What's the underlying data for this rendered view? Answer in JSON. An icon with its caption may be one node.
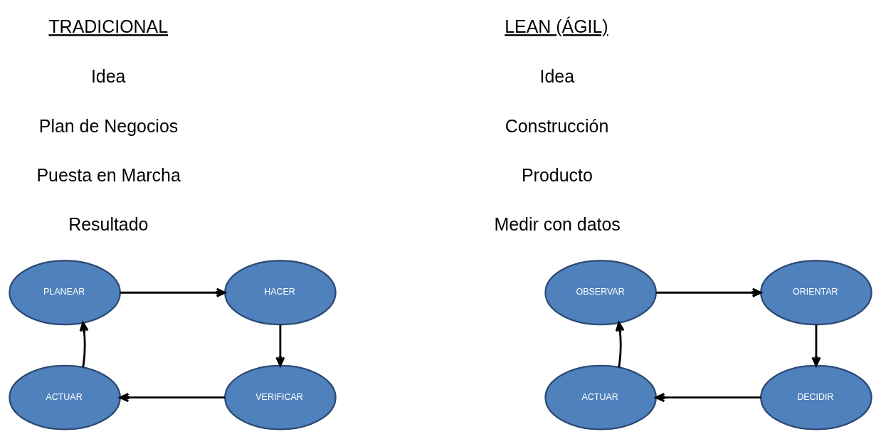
{
  "diagram": {
    "nodes": [
      {
        "text": [
          "PLANEAR"
        ]
      },
      {
        "text": [
          "HACER"
        ]
      },
      {
        "text": [
          "VERIFICAR"
        ]
      },
      {
        "text": [
          "ACTUAR"
        ]
      },
      {
        "text": [
          "OBSERVAR"
        ]
      },
      {
        "text": [
          "ORIENTAR"
        ]
      },
      {
        "text": [
          "DECIDIR"
        ]
      },
      {
        "text": [
          "ACTUAR"
        ]
      }
    ],
    "edges": [
      {
        "from": 0,
        "to": 1,
        "arrow": "to"
      },
      {
        "from": 1,
        "to": 2,
        "arrow": "to"
      },
      {
        "from": 2,
        "to": 3,
        "arrow": "to"
      },
      {
        "from": 3,
        "to": 0,
        "arrow": "to"
      },
      {
        "from": 4,
        "to": 5,
        "arrow": "to"
      },
      {
        "from": 5,
        "to": 6,
        "arrow": "to"
      },
      {
        "from": 6,
        "to": 7,
        "arrow": "to"
      },
      {
        "from": 7,
        "to": 4,
        "arrow": "to"
      }
    ],
    "labels": [
      "TRADICIONAL",
      "Idea",
      "Plan de Negocios",
      "Puesta en Marcha",
      "Resultado",
      "LEAN (ÁGIL)",
      "Idea",
      "Construcción",
      "Producto",
      "Medir con datos"
    ]
  }
}
